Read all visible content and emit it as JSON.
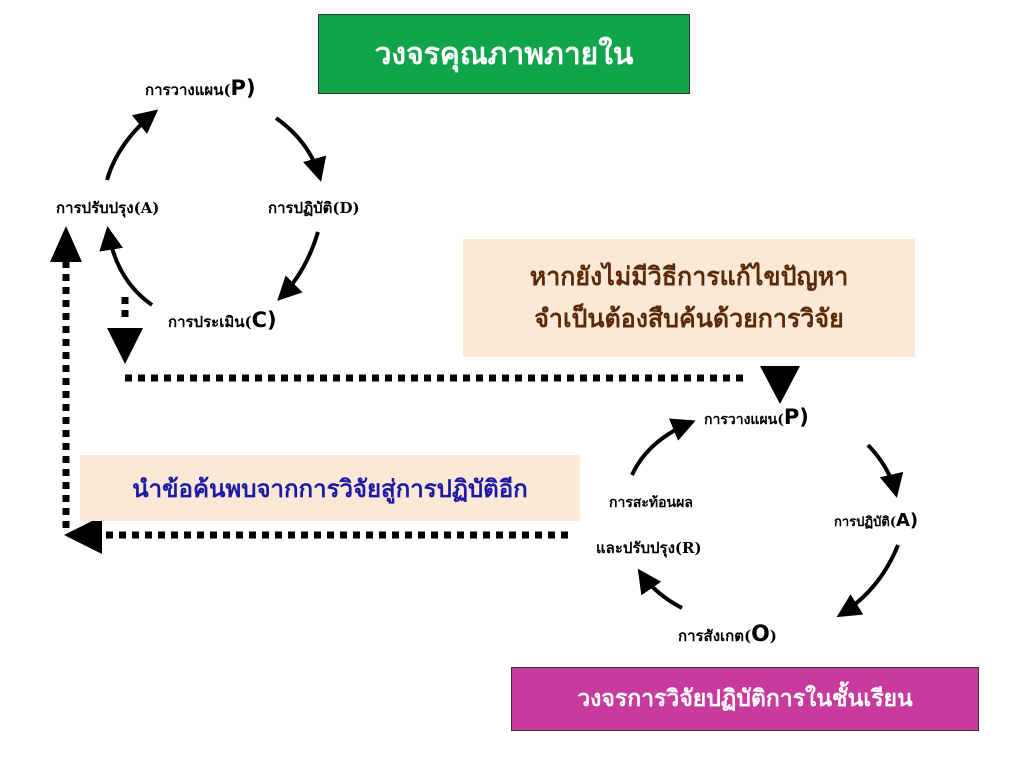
{
  "titles": {
    "internal_qa_cycle": "วงจรคุณภาพภายใน",
    "classroom_action_research_cycle": "วงจรการวิจัยปฏิบัติการในชั้นเรียน"
  },
  "notes": {
    "no_solution_line1": "หากยังไม่มีวิธีการแก้ไขปัญหา",
    "no_solution_line2": "จำเป็นต้องสืบค้นด้วยการวิจัย",
    "apply_findings": "นำข้อค้นพบจากการวิจัยสู่การปฏิบัติอีก"
  },
  "pdca": {
    "plan_text": "การวางแผน(",
    "plan_code": "P)",
    "do": "การปฏิบัติ(D)",
    "check_text": "การประเมิน(",
    "check_code": "C)",
    "act": "การปรับปรุง(A)"
  },
  "paor": {
    "plan_text": "การวางแผน(",
    "plan_code": "P)",
    "act_text": "การปฏิบัติ(",
    "act_code": "A)",
    "observe_text": "การสังเกต(",
    "observe_code": "O",
    "observe_close": ")",
    "reflect_line1": "การสะท้อนผล",
    "reflect_line2": "และปรับปรุง(R)"
  },
  "colors": {
    "green_title": "#10a54a",
    "magenta_title": "#c83a9e",
    "note_bg": "#fce8d6",
    "note1_text": "#5a2a06",
    "note2_text": "#1a1aa6"
  }
}
